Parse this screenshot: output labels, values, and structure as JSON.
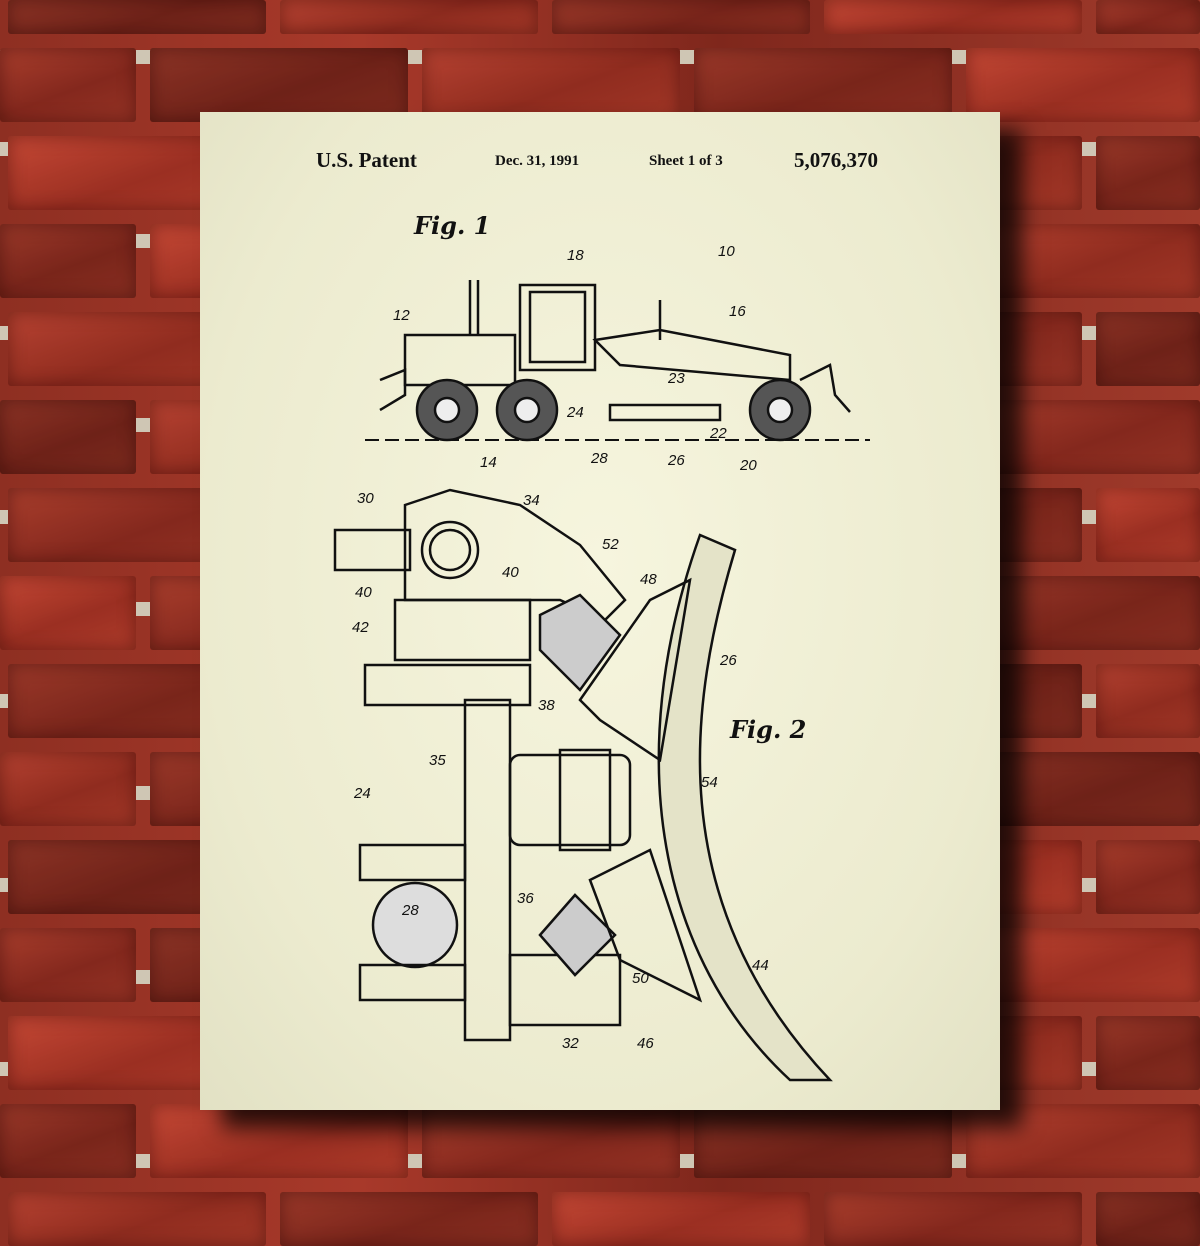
{
  "poster": {
    "header": {
      "left": "U.S. Patent",
      "date": "Dec. 31, 1991",
      "sheet": "Sheet 1 of 3",
      "number": "5,076,370"
    },
    "fig1": {
      "title": "Fig. 1",
      "refs": [
        "10",
        "18",
        "12",
        "16",
        "23",
        "24",
        "22",
        "28",
        "26",
        "20",
        "14"
      ]
    },
    "fig2": {
      "title": "Fig. 2",
      "refs": [
        "30",
        "34",
        "52",
        "40",
        "40",
        "48",
        "42",
        "26",
        "38",
        "35",
        "54",
        "24",
        "36",
        "28",
        "50",
        "44",
        "32",
        "46"
      ]
    }
  },
  "colors": {
    "paper": "#f1f0d6",
    "ink": "#111111",
    "brick": "#9c3526",
    "mortar": "#cfc6b4"
  }
}
